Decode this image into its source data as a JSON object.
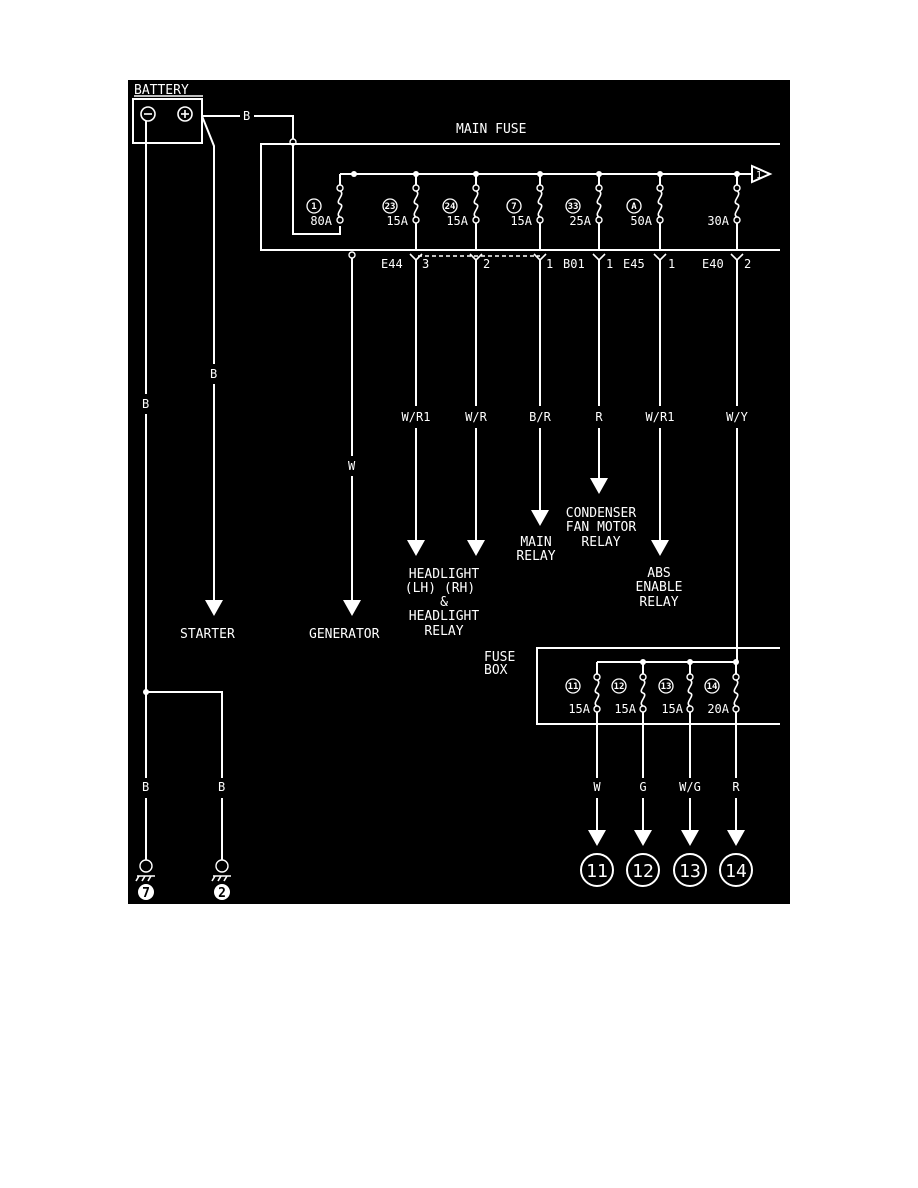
{
  "battery": {
    "label": "BATTERY",
    "neg_symbol": "⊖",
    "pos_symbol": "⊕",
    "pos_wire": "B",
    "starter_wire": "B",
    "neg_wire": "B"
  },
  "main_fuse": {
    "title": "MAIN FUSE",
    "fuses": [
      {
        "num": "1",
        "rating": "80A"
      },
      {
        "num": "23",
        "rating": "15A"
      },
      {
        "num": "24",
        "rating": "15A"
      },
      {
        "num": "7",
        "rating": "15A"
      },
      {
        "num": "33",
        "rating": "25A"
      },
      {
        "num": "A",
        "rating": "50A"
      },
      {
        "num": "",
        "rating": "30A"
      }
    ],
    "offpage_ref": "1"
  },
  "connectors": {
    "e44": "E44",
    "b01": "B01",
    "e45": "E45",
    "e40": "E40",
    "pins": [
      "3",
      "2",
      "1",
      "1",
      "1",
      "2"
    ]
  },
  "wires": {
    "generator": "W",
    "headlight_lh": "W/R1",
    "headlight_rh": "W/R",
    "main_relay": "B/R",
    "condenser": "R",
    "abs": "W/R1",
    "fusebox_feed": "W/Y",
    "ground_left": "B",
    "ground_right": "B",
    "out_11": "W",
    "out_12": "G",
    "out_13": "W/G",
    "out_14": "R"
  },
  "loads": {
    "starter": "STARTER",
    "generator": "GENERATOR",
    "headlight": [
      "HEADLIGHT",
      "(LH) (RH)",
      "&",
      "HEADLIGHT",
      "RELAY"
    ],
    "main_relay": [
      "MAIN",
      "RELAY"
    ],
    "condenser": [
      "CONDENSER",
      "FAN MOTOR",
      "RELAY"
    ],
    "abs": [
      "ABS",
      "ENABLE",
      "RELAY"
    ]
  },
  "fuse_box": {
    "title": [
      "FUSE",
      "BOX"
    ],
    "fuses": [
      {
        "num": "11",
        "rating": "15A"
      },
      {
        "num": "12",
        "rating": "15A"
      },
      {
        "num": "13",
        "rating": "15A"
      },
      {
        "num": "14",
        "rating": "20A"
      }
    ]
  },
  "outputs": [
    "11",
    "12",
    "13",
    "14"
  ],
  "grounds": [
    "7",
    "2"
  ],
  "colors": {
    "background": "#000000",
    "line": "#ffffff",
    "page": "#ffffff"
  }
}
